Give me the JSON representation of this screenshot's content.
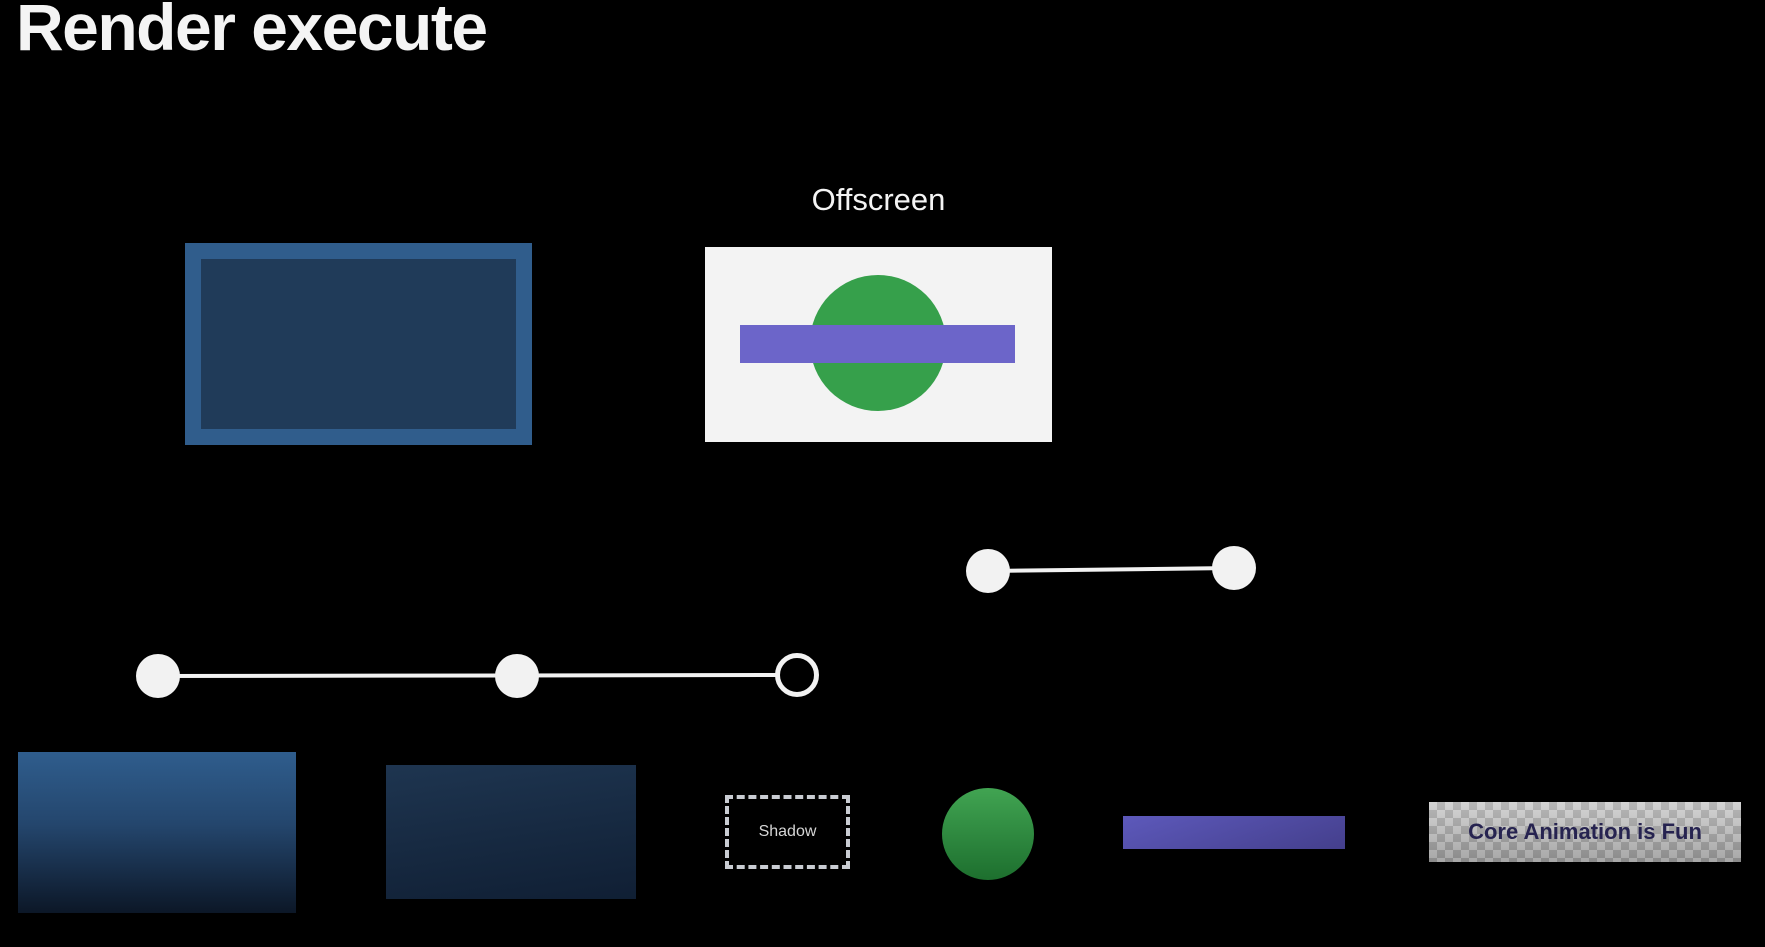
{
  "page": {
    "title": "Render execute"
  },
  "offscreen": {
    "label": "Offscreen"
  },
  "shadow_box": {
    "label": "Shadow"
  },
  "banner": {
    "label": "Core Animation is Fun"
  },
  "colors": {
    "background": "#000000",
    "title_text": "#f4f4f4",
    "rect_border": "#305d8c",
    "rect_fill": "#203b59",
    "panel_bg": "#f3f3f3",
    "panel_circle_green": "#36a04b",
    "panel_bar_purple": "#6c65c9",
    "handle_white": "#f2f2f2",
    "grad_a_top": "#2f5d8d",
    "grad_a_bottom": "#0c1727",
    "grad_b_top": "#1e3550",
    "grad_b_bottom": "#101f34",
    "dashed_border": "#c9ccd2",
    "shadow_text": "#d6d6d6",
    "circle_green_top": "#41a452",
    "circle_green_bottom": "#1d6f2e",
    "bar_purple_top": "#5d59bb",
    "bar_purple_bottom": "#443f8c",
    "checker_light": "#cccccc",
    "checker_dark": "#a9a9a9",
    "banner_text": "#262350"
  }
}
